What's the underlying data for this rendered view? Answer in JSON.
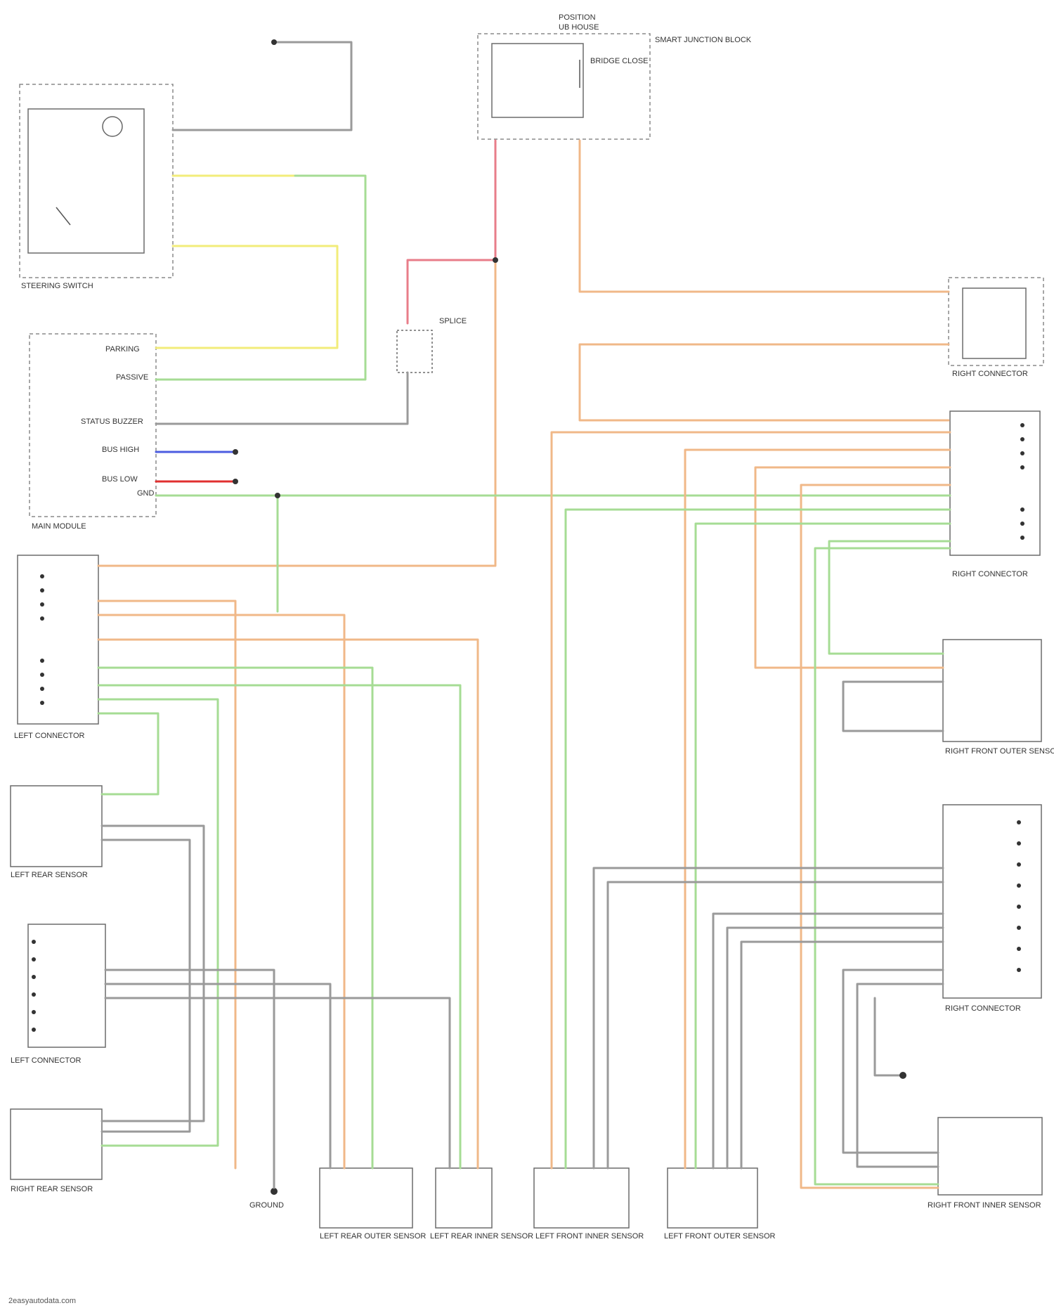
{
  "colors": {
    "background": "#ffffff",
    "wire_orange": "#f0b888",
    "wire_green": "#a6dc94",
    "wire_yellow": "#f2ec7a",
    "wire_gray": "#9a9a9a",
    "wire_red_pink": "#e87d8a",
    "wire_blue": "#4c5de0",
    "wire_red": "#e03030",
    "box_stroke": "#6b6b6b"
  },
  "components": {
    "fuse_box": {
      "title": "POSITION",
      "subtitle": "UB HOUSE",
      "note": "SMART JUNCTION BLOCK",
      "inner": "BRIDGE CLOSE"
    },
    "steering_switch": {
      "label": "STEERING SWITCH"
    },
    "main_module": {
      "label": "MAIN MODULE",
      "pins": [
        "PARKING",
        "PASSIVE",
        "STATUS BUZZER",
        "BUS HIGH",
        "BUS LOW",
        "GND"
      ]
    },
    "splice": {
      "label": "SPLICE"
    },
    "ground": {
      "label": "GROUND"
    },
    "left_connector_top": {
      "label": "LEFT CONNECTOR"
    },
    "right_connector_top": {
      "label": "RIGHT CONNECTOR"
    },
    "right_connector_mid": {
      "label": "RIGHT CONNECTOR"
    },
    "left_connector_mid": {
      "label": "LEFT CONNECTOR"
    },
    "right_front_outer_sensor": {
      "label": "RIGHT FRONT OUTER SENSOR"
    },
    "right_front_inner_sensor": {
      "label": "RIGHT FRONT INNER SENSOR"
    },
    "left_rear_sensor": {
      "label": "LEFT REAR SENSOR"
    },
    "right_rear_sensor": {
      "label": "RIGHT REAR SENSOR"
    }
  },
  "bottom_sensors": [
    {
      "label": "LEFT REAR OUTER SENSOR"
    },
    {
      "label": "LEFT REAR INNER SENSOR"
    },
    {
      "label": "LEFT FRONT INNER SENSOR"
    },
    {
      "label": "LEFT FRONT OUTER SENSOR"
    }
  ],
  "footer": "2easyautodata.com"
}
